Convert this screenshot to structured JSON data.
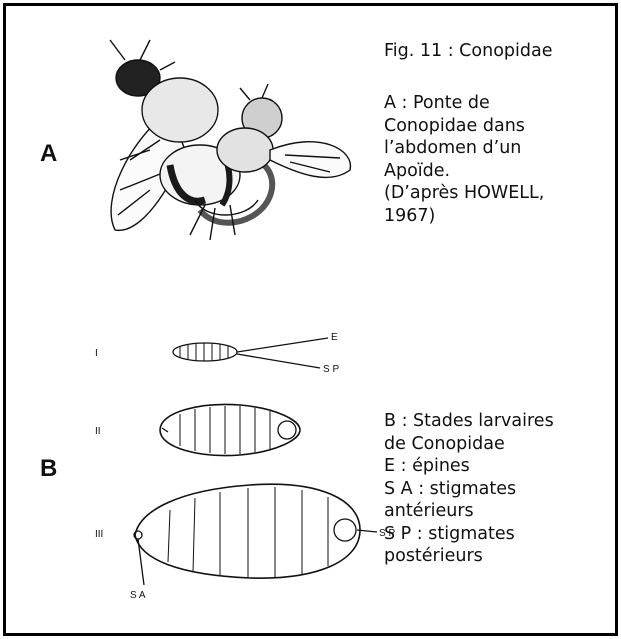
{
  "figure": {
    "caption_title": "Fig. 11 : Conopidae",
    "panel_a": {
      "letter": "A",
      "description": "A : Ponte de\nConopidae dans\nl’abdomen d’un\nApoïde.\n(D’après HOWELL,\n1967)"
    },
    "panel_b": {
      "letter": "B",
      "description": "B : Stades larvaires\nde Conopidae\nE : épines\nS A : stigmates\nantérieurs\nS P : stigmates\npostérieurs",
      "stage_labels": [
        "I",
        "II",
        "III"
      ],
      "labels": {
        "E": "E",
        "SP1": "S P",
        "SP3": "S P",
        "SA": "S A"
      }
    }
  }
}
